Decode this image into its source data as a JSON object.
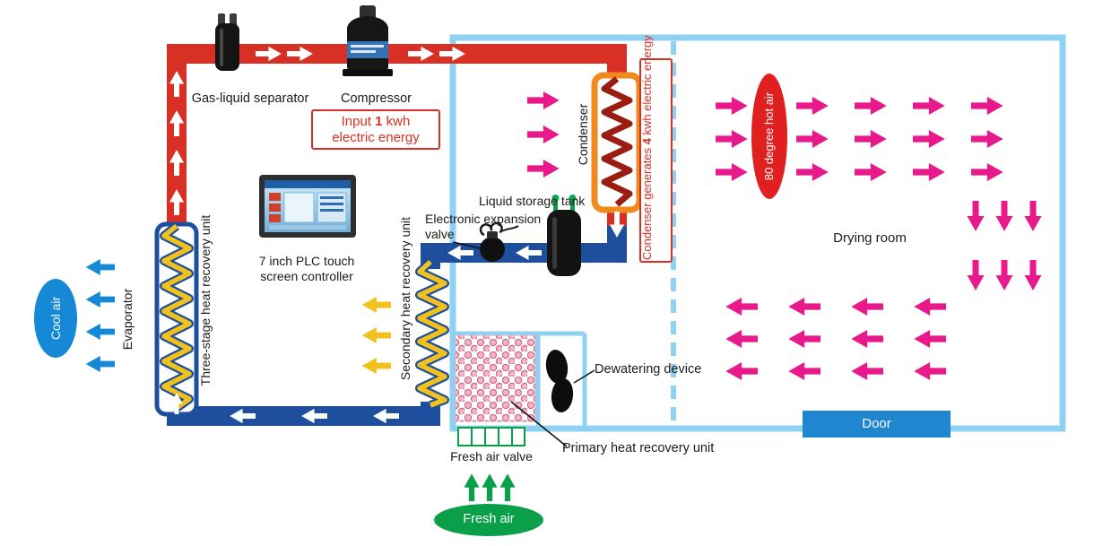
{
  "colors": {
    "hot_pipe": "#d93025",
    "cold_pipe": "#1d4f9e",
    "room_outline": "#8ed1f2",
    "hot_air_arrow": "#e8198b",
    "cool_air_blue": "#1589d6",
    "fresh_air_green": "#0aa04a",
    "recovery_yellow": "#f2c11c",
    "condenser_orange": "#f08a1d",
    "condenser_coil": "#9b1c10",
    "hot_air_badge": "#e02020",
    "door_blue": "#1f86cf"
  },
  "labels": {
    "gas_liquid_separator": "Gas-liquid separator",
    "compressor": "Compressor",
    "input_energy": {
      "pre": "Input ",
      "value": "1",
      "post": " kwh",
      "line2": "electric energy"
    },
    "plc": "7 inch PLC touch screen controller",
    "liquid_storage_tank": "Liquid storage tank",
    "electronic_expansion_valve": "Electronic expansion valve",
    "condenser": "Condenser",
    "condenser_generates": {
      "pre": "Condenser generates ",
      "value": "4",
      "post": " kwh electric energy"
    },
    "hot_air_80": "80 degree hot air",
    "drying_room": "Drying room",
    "door": "Door",
    "dewatering_device": "Dewatering device",
    "primary_heat_recovery": "Primary heat recovery unit",
    "fresh_air_valve": "Fresh air valve",
    "fresh_air": "Fresh air",
    "cool_air": "Cool air",
    "evaporator": "Evaporator",
    "three_stage": "Three-stage heat recovery unit",
    "secondary": "Secondary heat recovery unit"
  }
}
